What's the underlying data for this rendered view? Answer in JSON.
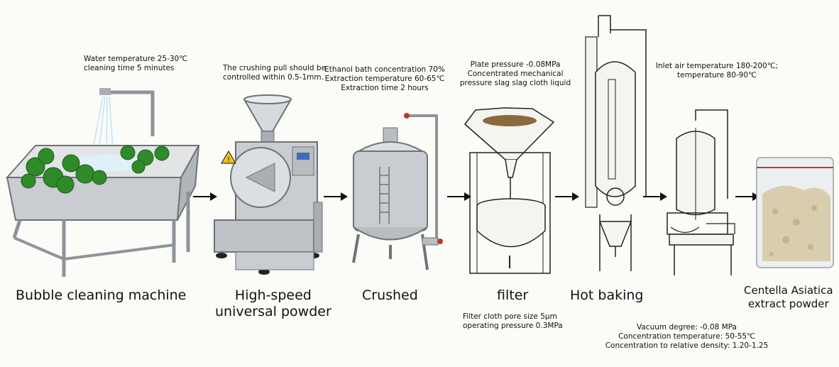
{
  "stages": [
    {
      "label": "Bubble cleaning machine",
      "note": "Water temperature 25-30℃\ncleaning time 5 minutes"
    },
    {
      "label": "High-speed\nuniversal powder",
      "note": "The crushing pull should be\ncontrolled within 0.5-1mm."
    },
    {
      "label": "Crushed",
      "note": "Ethanol bath concentration 70%\nExtraction temperature 60-65℃\nExtraction time 2 hours"
    },
    {
      "label": "filter",
      "note": "Plate pressure -0.08MPa\nConcentrated mechanical\npressure slag slag cloth liquid",
      "note_below": "Filter cloth pore size 5μm\noperating pressure 0.3MPa"
    },
    {
      "label": "Hot baking",
      "note_below": "Vacuum degree: -0.08 MPa\nConcentration temperature: 50-55℃\nConcentration to relative density: 1.20-1.25"
    },
    {
      "label": "",
      "note": "Inlet air temperature 180-200℃;\ntemperature 80-90℃"
    },
    {
      "label": "Centella Asiatica\nextract powder"
    }
  ],
  "colors": {
    "steel": "#c9ccd0",
    "steel_dark": "#8e9499",
    "leaf": "#2f8a2a",
    "water": "#bfe3f2",
    "powder": "#d9cdb0",
    "ink": "#111111"
  },
  "icons": [
    "arrow-right-icon",
    "warning-triangle-icon"
  ]
}
